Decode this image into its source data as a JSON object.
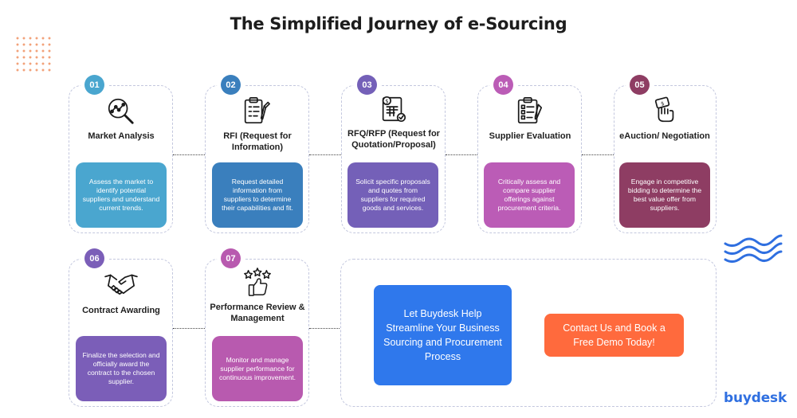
{
  "title": "The Simplified Journey of e-Sourcing",
  "steps": [
    {
      "number": "01",
      "title": "Market Analysis",
      "description": "Assess the market to identify potential suppliers and understand current trends.",
      "icon": "market-analysis-icon",
      "color": "#4aa6cf"
    },
    {
      "number": "02",
      "title": "RFI (Request for Information)",
      "description": "Request detailed information from suppliers to determine their capabilities and fit.",
      "icon": "clipboard-icon",
      "color": "#3a7fbd"
    },
    {
      "number": "03",
      "title": "RFQ/RFP (Request for Quotation/Proposal)",
      "description": "Solicit specific proposals and quotes from suppliers for required goods and services.",
      "icon": "quotation-document-icon",
      "color": "#7460b8"
    },
    {
      "number": "04",
      "title": "Supplier Evaluation",
      "description": "Critically assess and compare supplier offerings against procurement criteria.",
      "icon": "checklist-icon",
      "color": "#bb5cb6"
    },
    {
      "number": "05",
      "title": "eAuction/ Negotiation",
      "description": "Engage in competitive bidding to determine the best value offer from suppliers.",
      "icon": "auction-hand-icon",
      "color": "#8e3d63"
    },
    {
      "number": "06",
      "title": "Contract Awarding",
      "description": "Finalize the selection and officially award the contract to the chosen supplier.",
      "icon": "handshake-icon",
      "color": "#7b5eb8"
    },
    {
      "number": "07",
      "title": "Performance Review & Management",
      "description": "Monitor and manage supplier performance for continuous improvement.",
      "icon": "thumbs-up-stars-icon",
      "color": "#b85aaf"
    }
  ],
  "cta": {
    "primary_text": "Let Buydesk Help Streamline Your Business Sourcing and Procurement Process",
    "primary_color": "#2f78ec",
    "button_text": "Contact Us and Book a Free Demo Today!",
    "button_color": "#ff6a3d"
  },
  "brand": {
    "logo_text": "buydesk",
    "color": "#2f6fe0"
  }
}
